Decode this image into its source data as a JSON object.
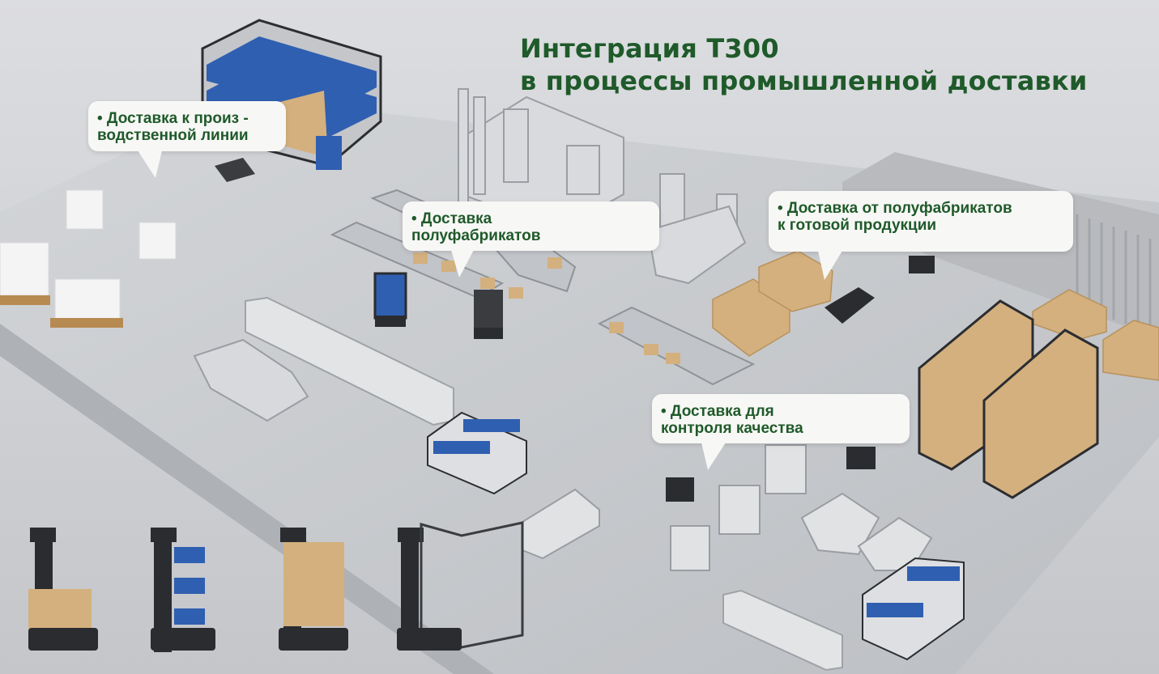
{
  "title": {
    "line1": "Интеграция T300",
    "line2": "в процессы промышленной доставки"
  },
  "callouts": [
    {
      "lines": [
        "• Доставка к произ -",
        "водственной линии"
      ]
    },
    {
      "lines": [
        "• Доставка",
        "полуфабрикатов"
      ]
    },
    {
      "lines": [
        "• Доставка от полуфабрикатов",
        "к готовой продукции"
      ]
    },
    {
      "lines": [
        "• Доставка для",
        "контроля качества"
      ]
    }
  ],
  "colors": {
    "title_green": "#1f5a2a",
    "bubble_bg": "#f7f7f5",
    "floor": "#c9cbcf",
    "bins_blue": "#2f5fb0",
    "carton": "#d4b07e",
    "robot_dark": "#2a2c30"
  }
}
